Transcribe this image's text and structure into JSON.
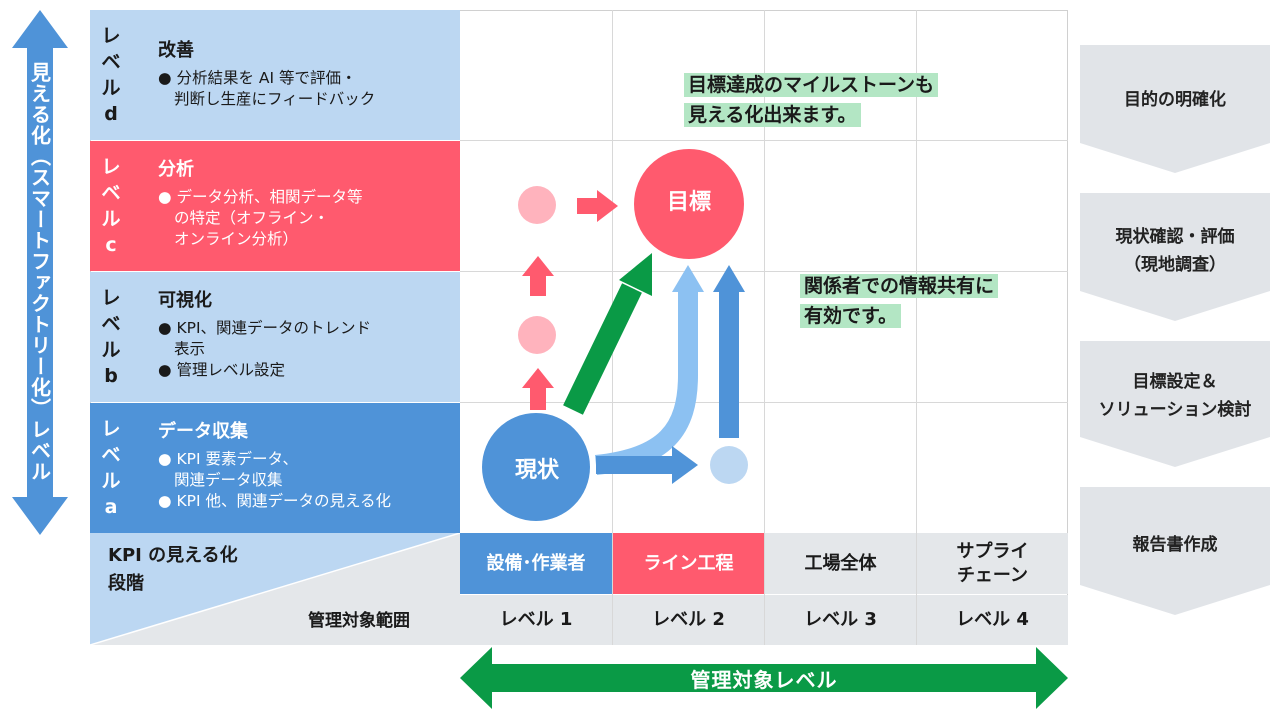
{
  "vertical_axis": {
    "label": "見える化（スマートファクトリー化）レベル"
  },
  "horizontal_axis": {
    "label": "管理対象レベル"
  },
  "levels": [
    {
      "tag": "レベルd",
      "title": "改善",
      "items": [
        "● 分析結果を AI 等で評価・\n判断し生産にフィードバック"
      ],
      "color": "#bcd7f2"
    },
    {
      "tag": "レベルc",
      "title": "分析",
      "items": [
        "● データ分析、相関データ等\nの特定（オフライン・\nオンライン分析）"
      ],
      "color": "#ff5a6e"
    },
    {
      "tag": "レベルb",
      "title": "可視化",
      "items": [
        "● KPI、関連データのトレンド\n表示",
        "● 管理レベル設定"
      ],
      "color": "#bcd7f2"
    },
    {
      "tag": "レベルa",
      "title": "データ収集",
      "items": [
        "● KPI 要素データ、\n関連データ収集",
        "● KPI 他、関連データの見える化"
      ],
      "color": "#4f93d8"
    }
  ],
  "corner": {
    "top_label": "KPI の見える化\n段階",
    "bottom_label": "管理対象範囲"
  },
  "scope_columns": [
    {
      "name": "設備･作業者",
      "level": "レベル 1",
      "color": "#4f93d8"
    },
    {
      "name": "ライン工程",
      "level": "レベル 2",
      "color": "#ff5a6e"
    },
    {
      "name": "工場全体",
      "level": "レベル 3",
      "color": "#e4e7ea"
    },
    {
      "name": "サプライ\nチェーン",
      "level": "レベル 4",
      "color": "#e4e7ea"
    }
  ],
  "nodes": {
    "current": "現状",
    "goal": "目標"
  },
  "notes": {
    "milestone": "目標達成のマイルストーンも\n見える化出来ます。",
    "sharing": "関係者での情報共有に\n有効です。"
  },
  "process_steps": [
    "目的の明確化",
    "現状確認・評価\n（現地調査）",
    "目標設定＆\nソリューション検討",
    "報告書作成"
  ],
  "colors": {
    "light_blue": "#bcd7f2",
    "red": "#ff5a6e",
    "blue": "#4f93d8",
    "green": "#0a9a46",
    "pale_blue": "#8cc1f2",
    "gray": "#e4e7ea",
    "step_gray": "#e1e4e8",
    "note_green": "#b3e6c4"
  }
}
